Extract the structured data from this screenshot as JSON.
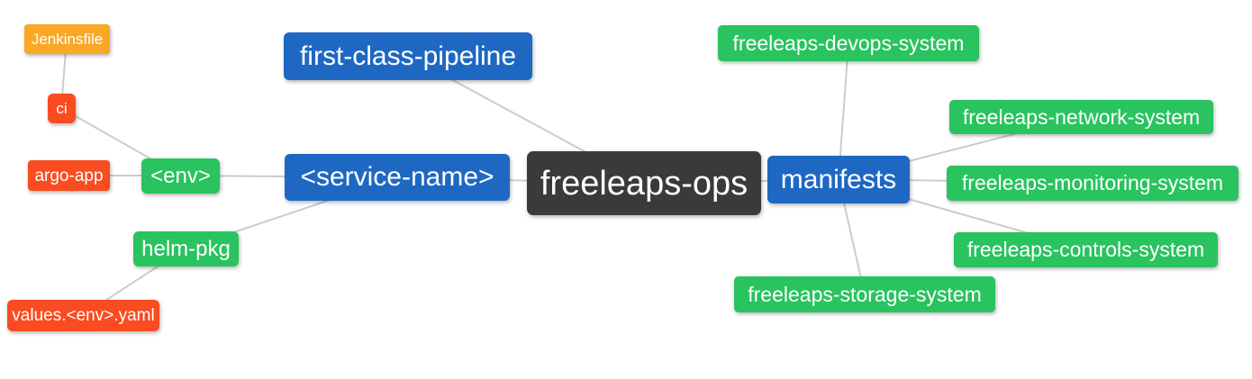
{
  "nodes": {
    "jenkinsfile": {
      "label": "Jenkinsfile",
      "color": "#F9A825"
    },
    "ci": {
      "label": "ci",
      "color": "#FA4B21"
    },
    "argo_app": {
      "label": "argo-app",
      "color": "#FA4B21"
    },
    "env": {
      "label": "<env>",
      "color": "#29C35F"
    },
    "helm_pkg": {
      "label": "helm-pkg",
      "color": "#29C35F"
    },
    "values_env_yaml": {
      "label": "values.<env>.yaml",
      "color": "#FA4B21"
    },
    "first_class_pipeline": {
      "label": "first-class-pipeline",
      "color": "#1E68C3"
    },
    "service_name": {
      "label": "<service-name>",
      "color": "#1E68C3"
    },
    "freeleaps_ops": {
      "label": "freeleaps-ops",
      "color": "#3A3A3A"
    },
    "manifests": {
      "label": "manifests",
      "color": "#1E68C3"
    },
    "devops_system": {
      "label": "freeleaps-devops-system",
      "color": "#29C35F"
    },
    "network_system": {
      "label": "freeleaps-network-system",
      "color": "#29C35F"
    },
    "monitoring_system": {
      "label": "freeleaps-monitoring-system",
      "color": "#29C35F"
    },
    "controls_system": {
      "label": "freeleaps-controls-system",
      "color": "#29C35F"
    },
    "storage_system": {
      "label": "freeleaps-storage-system",
      "color": "#29C35F"
    }
  },
  "edges": [
    [
      "jenkinsfile",
      "ci"
    ],
    [
      "ci",
      "env"
    ],
    [
      "argo_app",
      "env"
    ],
    [
      "env",
      "service_name"
    ],
    [
      "service_name",
      "helm_pkg"
    ],
    [
      "helm_pkg",
      "values_env_yaml"
    ],
    [
      "first_class_pipeline",
      "freeleaps_ops"
    ],
    [
      "service_name",
      "freeleaps_ops"
    ],
    [
      "freeleaps_ops",
      "manifests"
    ],
    [
      "manifests",
      "devops_system"
    ],
    [
      "manifests",
      "network_system"
    ],
    [
      "manifests",
      "monitoring_system"
    ],
    [
      "manifests",
      "controls_system"
    ],
    [
      "manifests",
      "storage_system"
    ]
  ],
  "colors": {
    "edge": "#CCCCCC",
    "background": "#FFFFFF",
    "node_text": "#FFFFFF"
  }
}
